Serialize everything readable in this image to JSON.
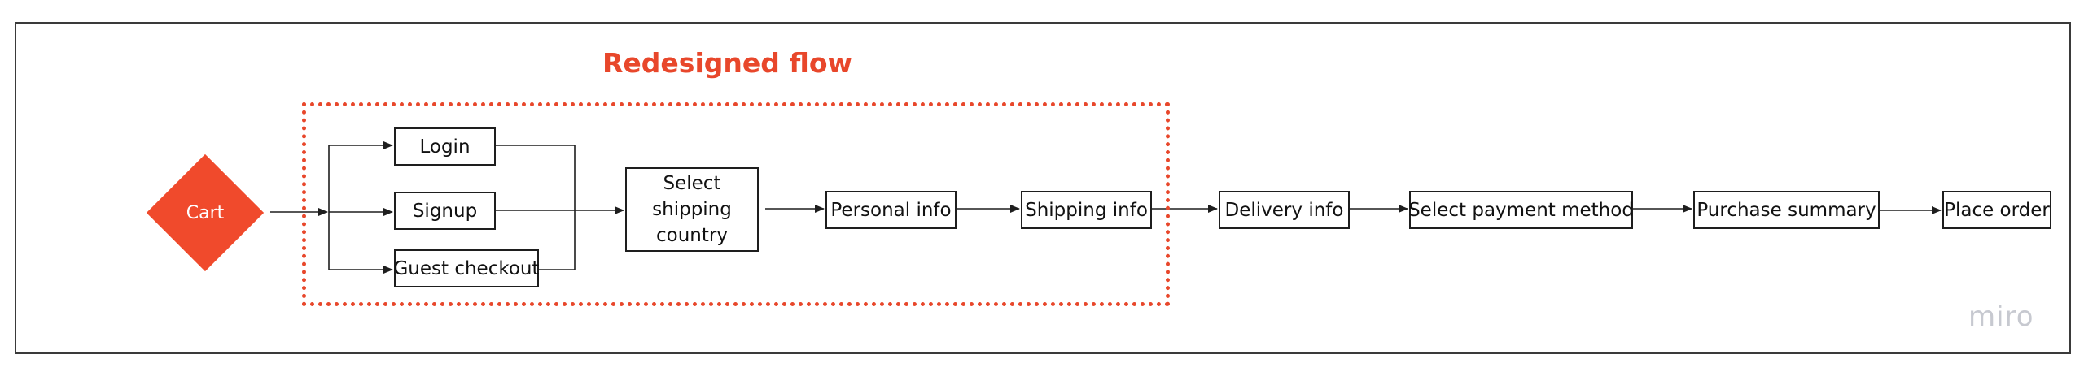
{
  "region": {
    "title": "Redesigned flow",
    "accent_color": "#e8472b"
  },
  "nodes": {
    "cart": "Cart",
    "login": "Login",
    "signup": "Signup",
    "guest_checkout": "Guest checkout",
    "select_shipping_country": "Select shipping country",
    "personal_info": "Personal info",
    "shipping_info": "Shipping info",
    "delivery_info": "Delivery info",
    "select_payment_method": "Select payment method",
    "purchase_summary": "Purchase summary",
    "place_order": "Place order"
  },
  "colors": {
    "cart_fill": "#f04a2c",
    "box_border": "#1e1e1e",
    "connector": "#1e1e1e",
    "watermark": "#c7c9d0"
  },
  "watermark": "miro"
}
